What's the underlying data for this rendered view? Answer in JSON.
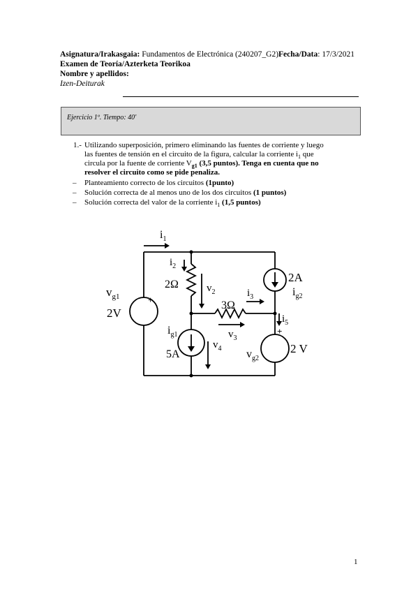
{
  "header": {
    "subject_label": "Asignatura/Irakasgaia:",
    "subject_value": " Fundamentos de Electrónica (240207_G2)",
    "date_label": "Fecha/Data",
    "date_value": ": 17/3/2021",
    "exam_title": "Examen de Teoría/Azterketa Teorikoa",
    "name_label": "Nombre y apellidos:",
    "name_label_eu": "Izen-Deiturak"
  },
  "exercise": {
    "box_text": "Ejercicio 1º. Tiempo: 40'",
    "number": "1.-",
    "line1": "Utilizando superposición, primero eliminando las fuentes de corriente y luego",
    "line2": "las fuentes de tensión en el circuito de la figura, calcular la corriente i",
    "line2_sub": "1",
    "line2_end": " que",
    "line3_a": "circula por la fuente de corriente V",
    "line3_sub": "g1",
    "line3_b": " (3,5 puntos). Tenga en cuenta que no",
    "line4": "resolver el circuito como se pide penaliza.",
    "criteria": [
      {
        "text": "Planteamiento correcto de los circuitos ",
        "points": "(1punto)"
      },
      {
        "text": "Solución correcta de al menos uno de los dos circuitos ",
        "points": "(1 puntos)"
      },
      {
        "text": "Solución correcta del valor de la corriente i",
        "sub": "1",
        "points": " (1,5 puntos)"
      }
    ],
    "bullet": "–"
  },
  "circuit": {
    "i1": "i",
    "i1_sub": "1",
    "i2": "i",
    "i2_sub": "2",
    "i3": "i",
    "i3_sub": "3",
    "i5": "i",
    "i5_sub": "5",
    "ig1": "i",
    "ig1_sub": "g1",
    "ig2": "i",
    "ig2_sub": "g2",
    "vg1": "v",
    "vg1_sub": "g1",
    "vg2": "v",
    "vg2_sub": "g2",
    "v2": "v",
    "v2_sub": "2",
    "v3": "v",
    "v3_sub": "3",
    "v4": "v",
    "v4_sub": "4",
    "r1": "2Ω",
    "r2": "3Ω",
    "vs1_value": "2V",
    "vs2_value": "2 V",
    "cs1_value": "5A",
    "cs2_value": "2A",
    "plus": "+"
  },
  "footer": {
    "page_number": "1"
  }
}
